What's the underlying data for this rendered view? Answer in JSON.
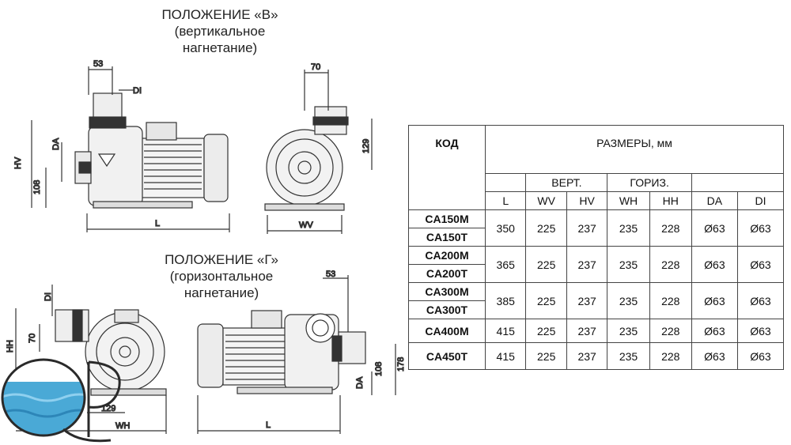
{
  "captions": {
    "b": [
      "ПОЛОЖЕНИЕ «В»",
      "(вертикальное",
      "нагнетание)"
    ],
    "g": [
      "ПОЛОЖЕНИЕ «Г»",
      "(горизонтальное",
      "нагнетание)"
    ]
  },
  "dimension_labels": {
    "d53_top": "53",
    "di_top": "DI",
    "da_left": "DA",
    "hv": "HV",
    "d108_top": "108",
    "l_top": "L",
    "d70_top": "70",
    "d129_top": "129",
    "wv": "WV",
    "di_bottom": "DI",
    "hh": "HH",
    "d70_bottom": "70",
    "d129_bottom": "129",
    "wh": "WH",
    "d53_bottom": "53",
    "d178": "178",
    "d108_bottom": "108",
    "da_bottom": "DA",
    "l_bottom": "L"
  },
  "table": {
    "code_header": "КОД",
    "sizes_header": "РАЗМЕРЫ, мм",
    "vert_header": "ВЕРТ.",
    "horiz_header": "ГОРИЗ.",
    "columns": [
      "L",
      "WV",
      "HV",
      "WH",
      "HH",
      "DA",
      "DI"
    ],
    "groups": [
      {
        "codes": [
          "CA150M",
          "CA150T"
        ],
        "values": [
          "350",
          "225",
          "237",
          "235",
          "228",
          "Ø63",
          "Ø63"
        ]
      },
      {
        "codes": [
          "CA200M",
          "CA200T"
        ],
        "values": [
          "365",
          "225",
          "237",
          "235",
          "228",
          "Ø63",
          "Ø63"
        ]
      },
      {
        "codes": [
          "CA300M",
          "CA300T"
        ],
        "values": [
          "385",
          "225",
          "237",
          "235",
          "228",
          "Ø63",
          "Ø63"
        ]
      },
      {
        "codes": [
          "CA400M"
        ],
        "values": [
          "415",
          "225",
          "237",
          "235",
          "228",
          "Ø63",
          "Ø63"
        ]
      },
      {
        "codes": [
          "CA450T"
        ],
        "values": [
          "415",
          "225",
          "237",
          "235",
          "228",
          "Ø63",
          "Ø63"
        ]
      }
    ]
  },
  "logo": {
    "text": "QP",
    "water_color": "#4aa9d6"
  }
}
